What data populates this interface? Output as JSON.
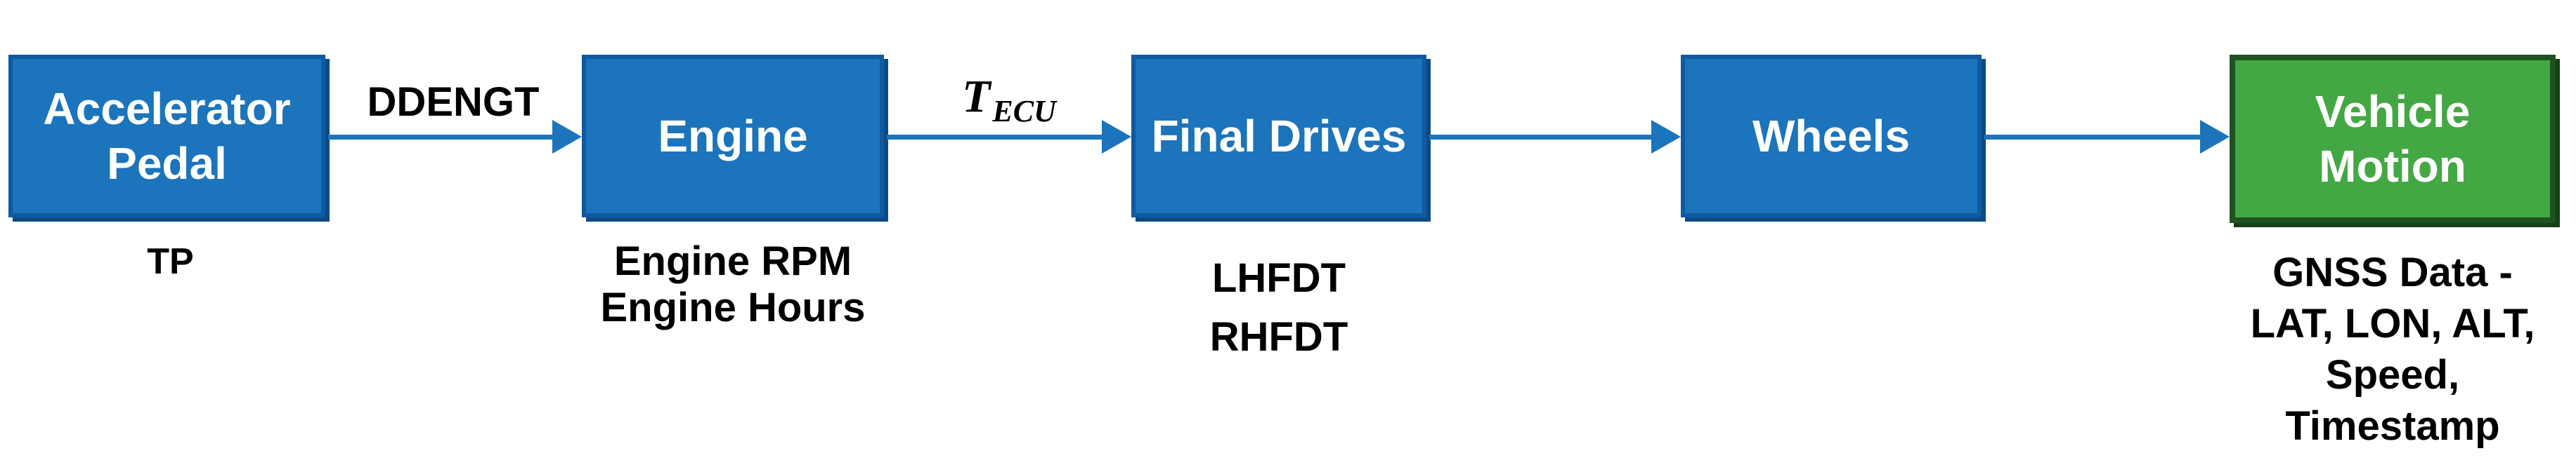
{
  "diagram": {
    "type": "flowchart",
    "nodes": [
      {
        "id": "accelerator-pedal",
        "label": "Accelerator\nPedal",
        "caption": "TP",
        "color": "blue"
      },
      {
        "id": "engine",
        "label": "Engine",
        "caption": "Engine RPM\nEngine Hours",
        "color": "blue"
      },
      {
        "id": "final-drives",
        "label": "Final Drives",
        "caption": "LHFDT\nRHFDT",
        "color": "blue"
      },
      {
        "id": "wheels",
        "label": "Wheels",
        "caption": "",
        "color": "blue"
      },
      {
        "id": "vehicle-motion",
        "label": "Vehicle\nMotion",
        "caption": "GNSS Data -\nLAT, LON, ALT,\nSpeed,\nTimestamp",
        "color": "green"
      }
    ],
    "edges": [
      {
        "from": "accelerator-pedal",
        "to": "engine",
        "label": "DDENGT",
        "subscript": ""
      },
      {
        "from": "engine",
        "to": "final-drives",
        "label": "T",
        "subscript": "ECU"
      },
      {
        "from": "final-drives",
        "to": "wheels",
        "label": "",
        "subscript": ""
      },
      {
        "from": "wheels",
        "to": "vehicle-motion",
        "label": "",
        "subscript": ""
      }
    ],
    "colors": {
      "node_fill_blue": "#1B74BC",
      "node_border_blue": "#0F5AA0",
      "node_fill_green": "#43A843",
      "node_border_green": "#1E5220",
      "arrow": "#1B74BC",
      "node_text": "#FFFFFF",
      "caption_text": "#000000"
    }
  }
}
